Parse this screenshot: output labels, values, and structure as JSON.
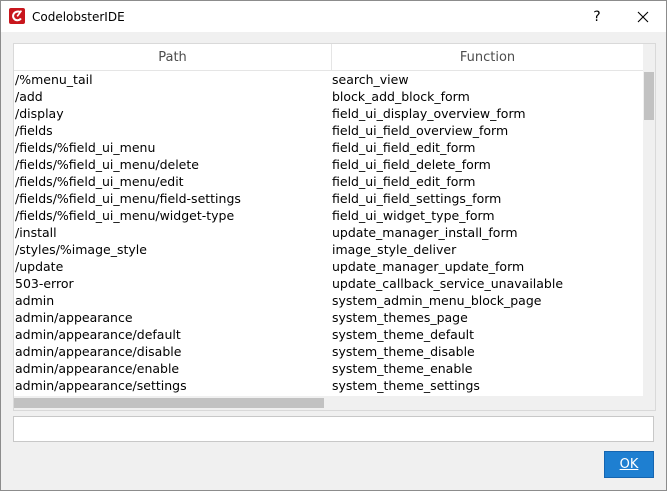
{
  "window": {
    "title": "CodelobsterIDE",
    "help_label": "?"
  },
  "table": {
    "columns": {
      "path": "Path",
      "function": "Function"
    },
    "rows": [
      {
        "path": "/%menu_tail",
        "function": "search_view"
      },
      {
        "path": "/add",
        "function": "block_add_block_form"
      },
      {
        "path": "/display",
        "function": "field_ui_display_overview_form"
      },
      {
        "path": "/fields",
        "function": "field_ui_field_overview_form"
      },
      {
        "path": "/fields/%field_ui_menu",
        "function": "field_ui_field_edit_form"
      },
      {
        "path": "/fields/%field_ui_menu/delete",
        "function": "field_ui_field_delete_form"
      },
      {
        "path": "/fields/%field_ui_menu/edit",
        "function": "field_ui_field_edit_form"
      },
      {
        "path": "/fields/%field_ui_menu/field-settings",
        "function": "field_ui_field_settings_form"
      },
      {
        "path": "/fields/%field_ui_menu/widget-type",
        "function": "field_ui_widget_type_form"
      },
      {
        "path": "/install",
        "function": "update_manager_install_form"
      },
      {
        "path": "/styles/%image_style",
        "function": "image_style_deliver"
      },
      {
        "path": "/update",
        "function": "update_manager_update_form"
      },
      {
        "path": "503-error",
        "function": "update_callback_service_unavailable"
      },
      {
        "path": "admin",
        "function": "system_admin_menu_block_page"
      },
      {
        "path": "admin/appearance",
        "function": "system_themes_page"
      },
      {
        "path": "admin/appearance/default",
        "function": "system_theme_default"
      },
      {
        "path": "admin/appearance/disable",
        "function": "system_theme_disable"
      },
      {
        "path": "admin/appearance/enable",
        "function": "system_theme_enable"
      },
      {
        "path": "admin/appearance/settings",
        "function": "system_theme_settings"
      }
    ]
  },
  "filter": {
    "value": "",
    "placeholder": ""
  },
  "buttons": {
    "ok_label": "OK"
  },
  "colors": {
    "accent": "#1e7fd1",
    "icon_red": "#c8161d"
  }
}
